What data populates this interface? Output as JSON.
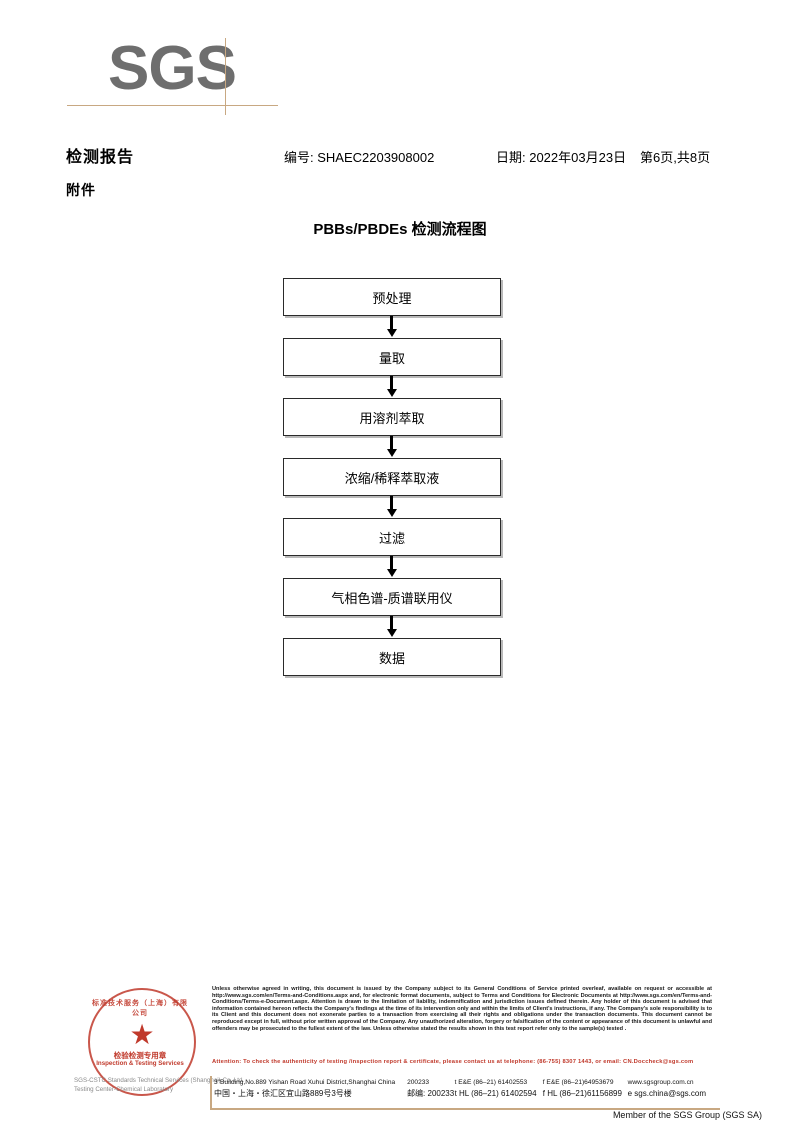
{
  "logo": {
    "text": "SGS"
  },
  "header": {
    "title": "检测报告",
    "attachment": "附件",
    "report_no": "编号: SHAEC2203908002",
    "date": "日期: 2022年03月23日",
    "page": "第6页,共8页"
  },
  "flowchart": {
    "title": "PBBs/PBDEs 检测流程图",
    "steps": [
      {
        "label": "预处理"
      },
      {
        "label": "量取"
      },
      {
        "label": "用溶剂萃取"
      },
      {
        "label": "浓缩/稀释萃取液"
      },
      {
        "label": "过滤"
      },
      {
        "label": "气相色谱-质谱联用仪"
      },
      {
        "label": "数据"
      }
    ]
  },
  "seal": {
    "arc_text": "标准技术服务（上海）有限公司",
    "cn_label": "检验检测专用章",
    "en_label": "Inspection & Testing Services",
    "gray_line1": "SGS-CSTC Standards Technical Services (Shanghai) Co.,Ltd.",
    "gray_line2": "Testing Center-Chemical Laboratory",
    "color": "#c0392b",
    "star": "★"
  },
  "footer": {
    "legal_text": "Unless otherwise agreed in writing, this document is issued by the Company subject to its General Conditions of Service printed overleaf, available on request or accessible at http://www.sgs.com/en/Terms-and-Conditions.aspx and, for electronic format documents, subject to Terms and Conditions for Electronic Documents at http://www.sgs.com/en/Terms-and-Conditions/Terms-e-Document.aspx. Attention is drawn to the limitation of liability, indemnification and jurisdiction issues defined therein. Any holder of this document is advised that information contained hereon reflects the Company's findings at the time of its intervention only and within the limits of Client's instructions, if any. The Company's sole responsibility is to its Client and this document does not exonerate parties to a transaction from exercising all their rights and obligations under the transaction documents. This document cannot be reproduced except in full, without prior written approval of the Company. Any unauthorized alteration, forgery or falsification of the content or appearance of this document is unlawful and offenders may be prosecuted to the fullest extent of the law. Unless otherwise stated the results shown in this test report refer only to the sample(s) tested .",
    "attention_text": "Attention: To check the authenticity of testing /inspection report & certificate, please contact us at telephone: (86-755) 8307 1443, or email: CN.Doccheck@sgs.com",
    "address_en": "3\"Building,No.889 Yishan Road Xuhui District,Shanghai China",
    "zip_en": "200233",
    "tel_en": "t E&E (86–21) 61402553",
    "fax_en": "f E&E (86–21)64953679",
    "web": "www.sgsgroup.com.cn",
    "address_cn": "中国・上海・徐汇区宜山路889号3号楼",
    "zip_cn": "邮编: 200233",
    "tel_cn": "t HL (86–21) 61402594",
    "fax_cn": "f HL (86–21)61156899",
    "email": "e  sgs.china@sgs.com",
    "member": "Member of the SGS Group (SGS SA)",
    "accent_color": "#c8a882"
  }
}
